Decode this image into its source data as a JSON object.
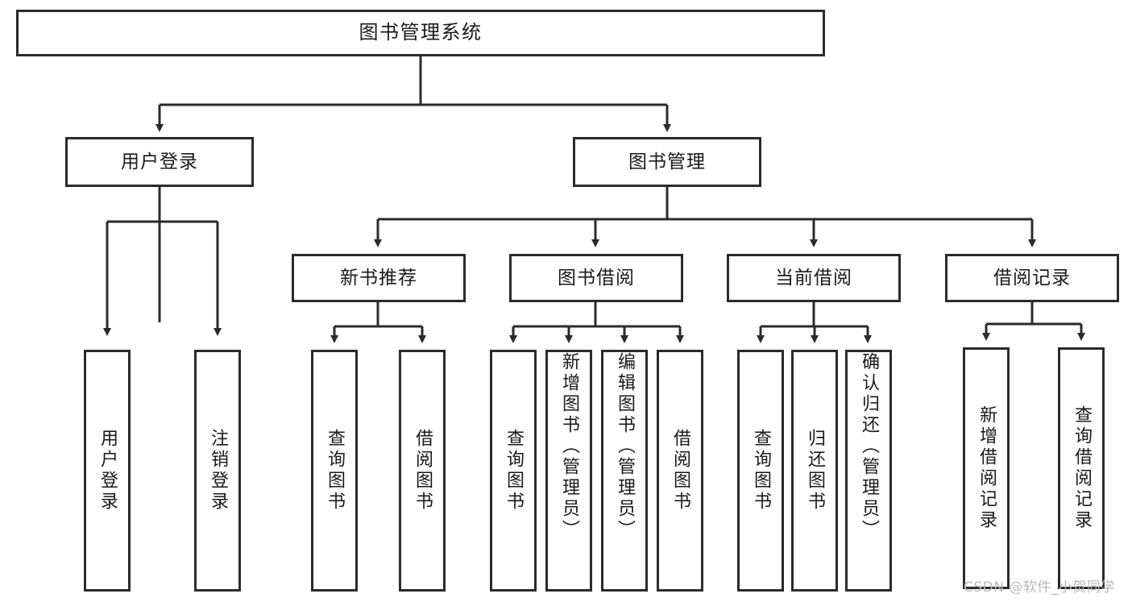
{
  "diagram": {
    "type": "tree-hierarchy-chart",
    "title": "图书管理系统",
    "root": {
      "id": "root",
      "label": "图书管理系统",
      "orientation": "horizontal"
    },
    "level1": [
      {
        "id": "user-login",
        "label": "用户登录",
        "orientation": "horizontal"
      },
      {
        "id": "book-management",
        "label": "图书管理",
        "orientation": "horizontal"
      }
    ],
    "level2": [
      {
        "id": "new-book-recommend",
        "label": "新书推荐",
        "orientation": "horizontal",
        "parent": "book-management"
      },
      {
        "id": "book-borrow",
        "label": "图书借阅",
        "orientation": "horizontal",
        "parent": "book-management"
      },
      {
        "id": "current-borrow",
        "label": "当前借阅",
        "orientation": "horizontal",
        "parent": "book-management"
      },
      {
        "id": "borrow-record",
        "label": "借阅记录",
        "orientation": "horizontal",
        "parent": "book-management"
      }
    ],
    "leaves": [
      {
        "id": "leaf-user-login",
        "label": "用户登录",
        "parent": "user-login",
        "orientation": "vertical"
      },
      {
        "id": "leaf-user-logout",
        "label": "注销登录",
        "parent": "user-login",
        "orientation": "vertical"
      },
      {
        "id": "leaf-query-book-1",
        "label": "查询图书",
        "parent": "new-book-recommend",
        "orientation": "vertical"
      },
      {
        "id": "leaf-borrow-book-1",
        "label": "借阅图书",
        "parent": "new-book-recommend",
        "orientation": "vertical"
      },
      {
        "id": "leaf-query-book-2",
        "label": "查询图书",
        "parent": "book-borrow",
        "orientation": "vertical"
      },
      {
        "id": "leaf-add-book",
        "label": "新增图书（管理员）",
        "parent": "book-borrow",
        "orientation": "vertical"
      },
      {
        "id": "leaf-edit-book",
        "label": "编辑图书（管理员）",
        "parent": "book-borrow",
        "orientation": "vertical"
      },
      {
        "id": "leaf-borrow-book-2",
        "label": "借阅图书",
        "parent": "book-borrow",
        "orientation": "vertical"
      },
      {
        "id": "leaf-query-book-3",
        "label": "查询图书",
        "parent": "current-borrow",
        "orientation": "vertical"
      },
      {
        "id": "leaf-return-book",
        "label": "归还图书",
        "parent": "current-borrow",
        "orientation": "vertical"
      },
      {
        "id": "leaf-confirm-return",
        "label": "确认归还（管理员）",
        "parent": "current-borrow",
        "orientation": "vertical"
      },
      {
        "id": "leaf-add-record",
        "label": "新增借阅记录",
        "parent": "borrow-record",
        "orientation": "vertical"
      },
      {
        "id": "leaf-query-record",
        "label": "查询借阅记录",
        "parent": "borrow-record",
        "orientation": "vertical"
      }
    ],
    "colors": {
      "box_border": "#2b2b2b",
      "box_fill": "#ffffff",
      "text": "#1a1a1a",
      "edge": "#2b2b2b",
      "watermark": "#b9b9b9",
      "background": "#ffffff"
    }
  },
  "watermark": {
    "text": "CSDN @软件_小贺同学"
  }
}
